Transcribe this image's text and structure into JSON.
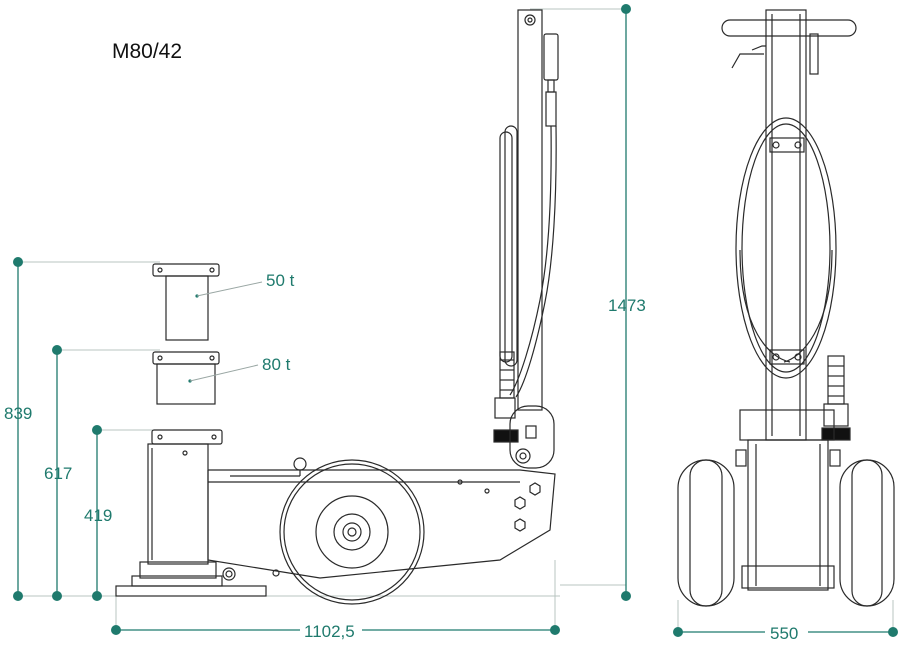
{
  "model": "M80/42",
  "labels": {
    "cap_50": "50 t",
    "cap_80": "80 t",
    "dim_839": "839",
    "dim_617": "617",
    "dim_419": "419",
    "dim_1473": "1473",
    "dim_1102": "1102,5",
    "dim_550": "550"
  },
  "colors": {
    "accent": "#1f7a6d",
    "line": "#2a2a2a",
    "dim_line": "#9aa7a4"
  }
}
